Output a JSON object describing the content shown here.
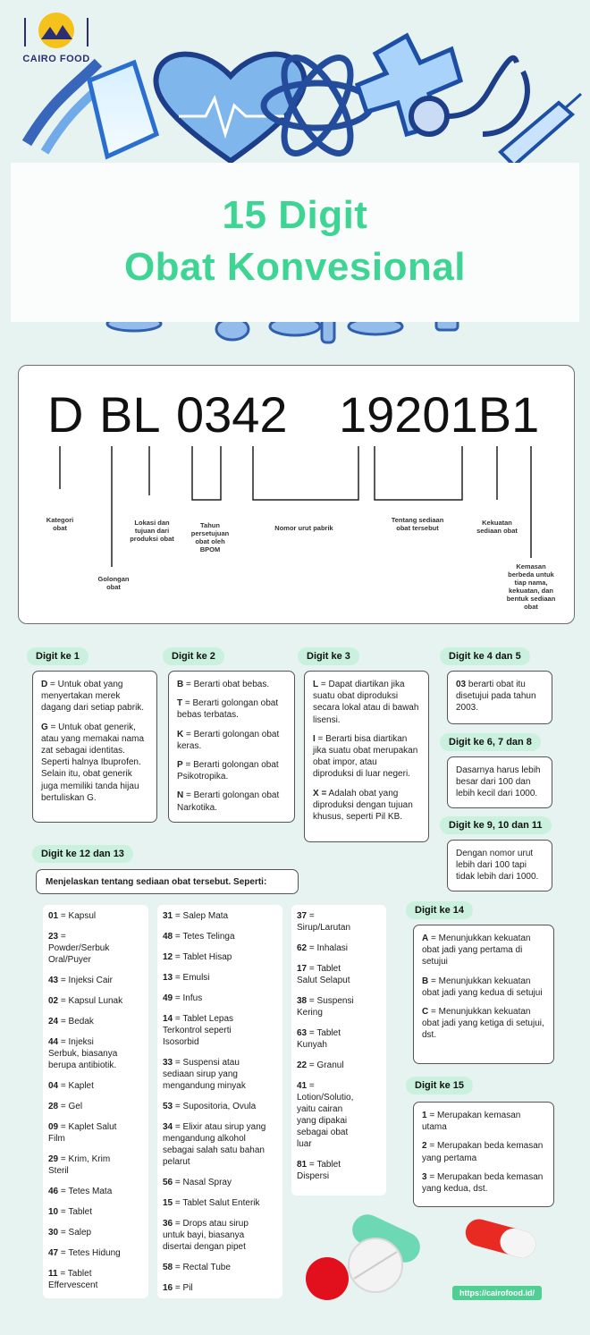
{
  "brand": {
    "name": "CAIRO FOOD"
  },
  "title": {
    "line1": "15 Digit",
    "line2": "Obat Konvesional"
  },
  "code": {
    "d": "D",
    "bl": "BL",
    "n1": "0342",
    "n2": "19201B1"
  },
  "code_labels": {
    "kategori": "Kategori\nobat",
    "golongan": "Golongan\nobat",
    "lokasi": "Lokasi dan\ntujuan dari\nproduksi obat",
    "tahun": "Tahun\npersetujuan\nobat oleh\nBPOM",
    "nomor": "Nomor urut pabrik",
    "tentang": "Tentang sediaan\nobat tersebut",
    "kekuatan": "Kekuatan\nsediaan obat",
    "kemasan": "Kemasan\nberbeda untuk\ntiap nama,\nkekuatan, dan\nbentuk sediaan\nobat"
  },
  "sections": {
    "d1": {
      "title": "Digit ke 1",
      "items": [
        {
          "b": "D",
          "t": " = Untuk obat yang menyertakan merek dagang dari setiap pabrik."
        },
        {
          "b": "G",
          "t": " = Untuk obat generik, atau yang memakai nama zat sebagai identitas. Seperti halnya Ibuprofen. Selain itu, obat generik juga memiliki tanda hijau bertuliskan G."
        }
      ]
    },
    "d2": {
      "title": "Digit ke 2",
      "items": [
        {
          "b": "B",
          "t": " = Berarti obat bebas."
        },
        {
          "b": "T",
          "t": " = Berarti golongan obat bebas terbatas."
        },
        {
          "b": "K",
          "t": " = Berarti golongan obat keras."
        },
        {
          "b": "P",
          "t": " = Berarti golongan obat Psikotropika."
        },
        {
          "b": "N",
          "t": " = Berarti golongan obat Narkotika."
        }
      ]
    },
    "d3": {
      "title": "Digit ke 3",
      "items": [
        {
          "b": "L",
          "t": " = Dapat diartikan jika suatu obat diproduksi secara lokal atau di bawah lisensi."
        },
        {
          "b": "I",
          "t": "  = Berarti bisa diartikan jika suatu obat merupakan obat impor, atau diproduksi di luar negeri."
        },
        {
          "b": "X =",
          "t": " Adalah obat yang diproduksi dengan tujuan khusus, seperti Pil KB."
        }
      ]
    },
    "d45": {
      "title": "Digit ke 4 dan 5",
      "items": [
        {
          "b": "03",
          "t": " berarti obat itu disetujui pada tahun 2003."
        }
      ]
    },
    "d678": {
      "title": "Digit ke 6, 7 dan 8",
      "text": "Dasarnya harus lebih besar dari 100 dan lebih kecil dari 1000."
    },
    "d91011": {
      "title": "Digit ke 9, 10 dan 11",
      "text": "Dengan nomor urut lebih dari 100 tapi tidak lebih dari 1000."
    },
    "d1213": {
      "title": "Digit ke 12 dan 13",
      "intro": "Menjelaskan tentang sediaan obat tersebut. Seperti:"
    },
    "d14": {
      "title": "Digit ke 14",
      "items": [
        {
          "b": "A",
          "t": " = Menunjukkan kekuatan obat jadi yang pertama di setujui"
        },
        {
          "b": "B",
          "t": " = Menunjukkan kekuatan obat jadi yang kedua di setujui"
        },
        {
          "b": "C",
          "t": " = Menunjukkan kekuatan obat jadi yang ketiga di setujui, dst."
        }
      ]
    },
    "d15": {
      "title": "Digit ke 15",
      "items": [
        {
          "b": "1",
          "t": " = Merupakan kemasan utama"
        },
        {
          "b": "2",
          "t": " = Merupakan beda kemasan yang pertama"
        },
        {
          "b": "3",
          "t": " = Merupakan beda kemasan yang kedua, dst."
        }
      ]
    }
  },
  "list1": [
    {
      "b": "01",
      "t": " = Kapsul"
    },
    {
      "b": "23",
      "t": " =\nPowder/Serbuk\nOral/Puyer"
    },
    {
      "b": "43",
      "t": " = Injeksi Cair"
    },
    {
      "b": "02",
      "t": " = Kapsul Lunak"
    },
    {
      "b": "24",
      "t": " = Bedak"
    },
    {
      "b": "44",
      "t": " = Injeksi\nSerbuk, biasanya\nberupa antibiotik."
    },
    {
      "b": "04",
      "t": " = Kaplet"
    },
    {
      "b": "28",
      "t": " = Gel"
    },
    {
      "b": "09",
      "t": " = Kaplet Salut\nFilm"
    },
    {
      "b": "29",
      "t": " = Krim, Krim\nSteril"
    },
    {
      "b": "46",
      "t": " = Tetes Mata"
    },
    {
      "b": "10",
      "t": " = Tablet"
    },
    {
      "b": "30",
      "t": " = Salep"
    },
    {
      "b": "47",
      "t": " = Tetes Hidung"
    },
    {
      "b": "11",
      "t": " = Tablet\nEffervescent"
    }
  ],
  "list2": [
    {
      "b": "31",
      "t": " = Salep Mata"
    },
    {
      "b": "48",
      "t": " = Tetes Telinga"
    },
    {
      "b": "12",
      "t": " = Tablet Hisap"
    },
    {
      "b": "13",
      "t": " = Emulsi"
    },
    {
      "b": "49",
      "t": " = Infus"
    },
    {
      "b": "14",
      "t": " = Tablet Lepas\nTerkontrol seperti\nIsosorbid"
    },
    {
      "b": "33",
      "t": " = Suspensi atau\nsediaan sirup yang\nmengandung minyak"
    },
    {
      "b": "53",
      "t": " = Supositoria, Ovula"
    },
    {
      "b": "34",
      "t": " = Elixir atau sirup yang\nmengandung alkohol\nsebagai salah satu bahan\npelarut"
    },
    {
      "b": "56",
      "t": " = Nasal Spray"
    },
    {
      "b": "15",
      "t": " = Tablet Salut Enterik"
    },
    {
      "b": "36",
      "t": " = Drops atau sirup\nuntuk bayi, biasanya\ndisertai dengan pipet"
    },
    {
      "b": "58",
      "t": " = Rectal Tube"
    },
    {
      "b": "16",
      "t": " = Pil"
    }
  ],
  "list3": [
    {
      "b": "37",
      "t": " =\nSirup/Larutan"
    },
    {
      "b": "62",
      "t": " = Inhalasi"
    },
    {
      "b": "17",
      "t": " = Tablet\nSalut Selaput"
    },
    {
      "b": "38",
      "t": " = Suspensi\nKering"
    },
    {
      "b": "63",
      "t": " = Tablet\nKunyah"
    },
    {
      "b": "22",
      "t": " = Granul"
    },
    {
      "b": "41",
      "t": " =\nLotion/Solutio,\nyaitu cairan\nyang dipakai\nsebagai obat\nluar"
    },
    {
      "b": "81",
      "t": " = Tablet\nDispersi"
    }
  ],
  "url": "https://cairofood.id/",
  "colors": {
    "accent": "#3ed594",
    "pill": "#c9f1de",
    "navy": "#2b2e73"
  }
}
